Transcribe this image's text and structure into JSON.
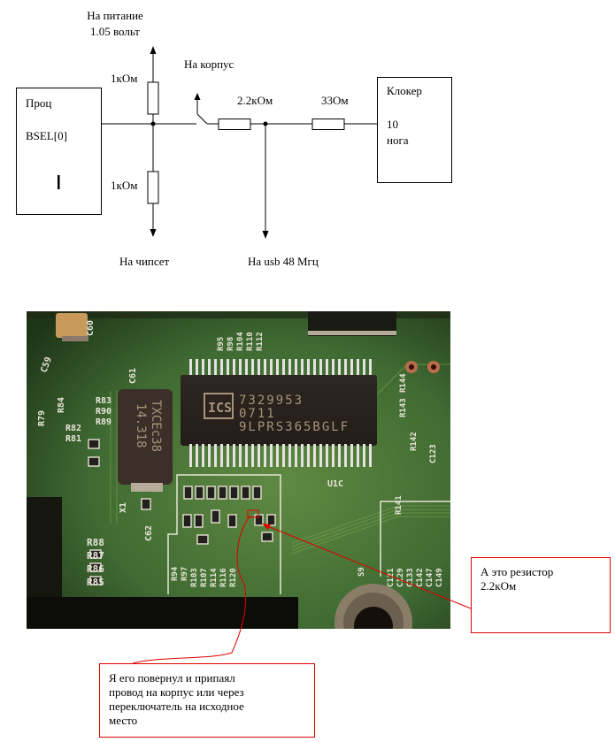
{
  "schematic": {
    "power_label_line1": "На питание",
    "power_label_line2": "1.05 вольт",
    "ground_label": "На корпус",
    "resistor_top_label": "1кОм",
    "resistor_bottom_label": "1кОм",
    "resistor_series_label": "2.2кОм",
    "resistor_33_label": "33Ом",
    "cpu_box": {
      "title": "Проц",
      "pin": "BSEL[0]",
      "marker": "|"
    },
    "clocker_box": {
      "title": "Клокер",
      "pin_number": "10",
      "pin_word": "нога"
    },
    "chipset_label": "На чипсет",
    "usb_label": "На usb 48 Мгц"
  },
  "photo": {
    "chip_brand": "ICS",
    "chip_line1": "7329953",
    "chip_line2": "0711",
    "chip_line3": "9LPRS365BGLF",
    "crystal_line1": "TXCEc38",
    "crystal_line2": "14.318",
    "silkscreen": {
      "c60": "C60",
      "c59": "C59",
      "c61": "C61",
      "c62": "C62",
      "x1": "X1",
      "r84": "R84",
      "r79": "R79",
      "r82": "R82",
      "r81": "R81",
      "r83": "R83",
      "r90": "R90",
      "r89": "R89",
      "r88": "R88",
      "r87": "R87",
      "r86": "R86",
      "r85": "R85",
      "r94": "R94",
      "r97": "R97",
      "r103": "R103",
      "r107": "R107",
      "r114": "R114",
      "r116": "R116",
      "r120": "R120",
      "r95": "R95",
      "r98": "R98",
      "r104": "R104",
      "r110": "R110",
      "r112": "R112",
      "r143": "R143",
      "r144": "R144",
      "r142": "R142",
      "r141": "R141",
      "u1c": "U1C",
      "c123": "C123",
      "s9": "S9",
      "caps_right": [
        "C121",
        "C129",
        "C133",
        "C142",
        "C147",
        "C149"
      ]
    },
    "highlight_color": "#e00000"
  },
  "callouts": {
    "resistor_note_line1": "А это резистор",
    "resistor_note_line2": "2.2кОм",
    "rotate_note_line1": "Я его повернул и припаял",
    "rotate_note_line2": "провод на корпус или через",
    "rotate_note_line3": "переключатель на исходное",
    "rotate_note_line4": "место",
    "border_color": "#e00000"
  }
}
